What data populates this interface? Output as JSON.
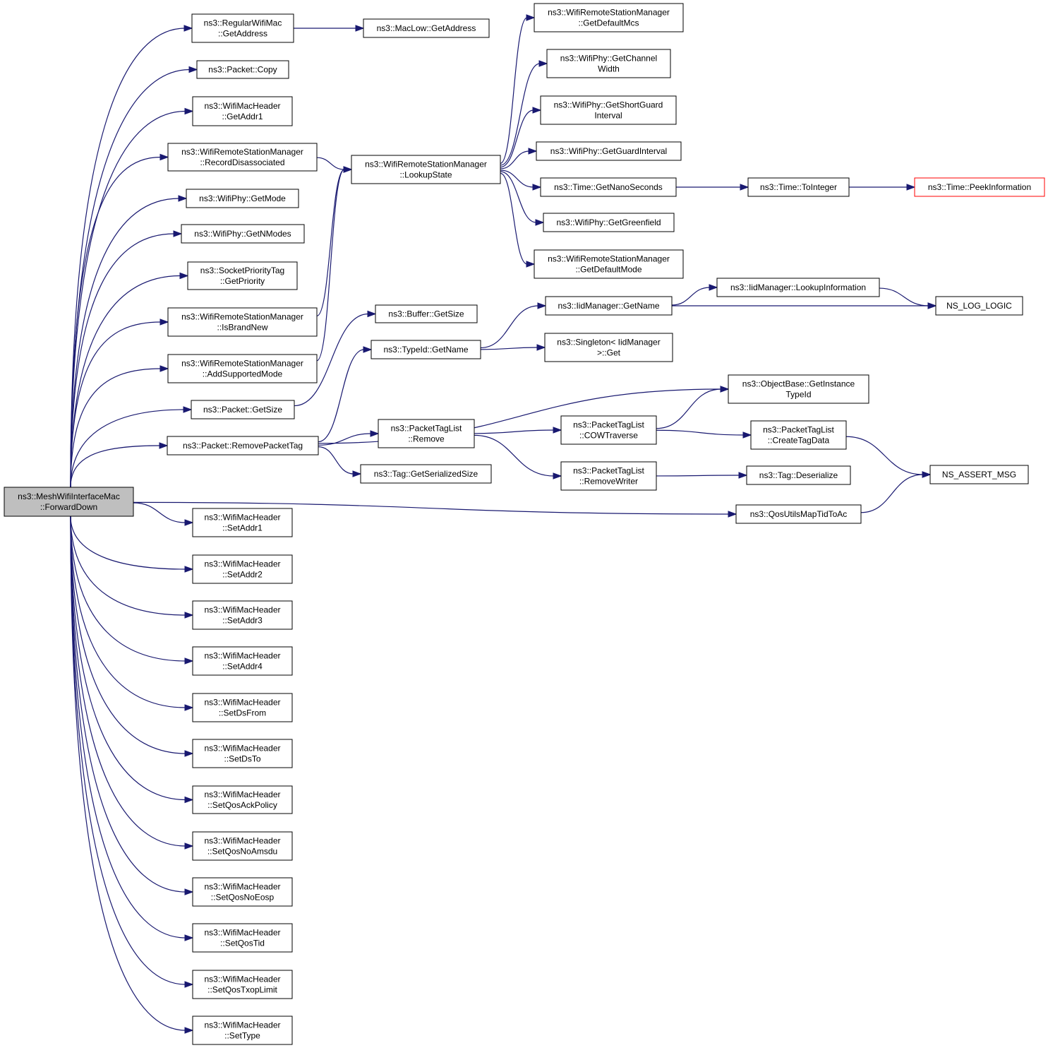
{
  "nodes": [
    {
      "id": "root",
      "lines": [
        "ns3::MeshWifiInterfaceMac",
        "::ForwardDown"
      ],
      "style": "root"
    },
    {
      "id": "rwm_getaddress",
      "lines": [
        "ns3::RegularWifiMac",
        "::GetAddress"
      ]
    },
    {
      "id": "packet_copy",
      "lines": [
        "ns3::Packet::Copy"
      ]
    },
    {
      "id": "wmh_getaddr1",
      "lines": [
        "ns3::WifiMacHeader",
        "::GetAddr1"
      ]
    },
    {
      "id": "wrsm_recorddisassociated",
      "lines": [
        "ns3::WifiRemoteStationManager",
        "::RecordDisassociated"
      ]
    },
    {
      "id": "wifiphy_getmode",
      "lines": [
        "ns3::WifiPhy::GetMode"
      ]
    },
    {
      "id": "wifiphy_getnmodes",
      "lines": [
        "ns3::WifiPhy::GetNModes"
      ]
    },
    {
      "id": "spt_getpriority",
      "lines": [
        "ns3::SocketPriorityTag",
        "::GetPriority"
      ]
    },
    {
      "id": "wrsm_isbrandnew",
      "lines": [
        "ns3::WifiRemoteStationManager",
        "::IsBrandNew"
      ]
    },
    {
      "id": "wrsm_addsupportedmode",
      "lines": [
        "ns3::WifiRemoteStationManager",
        "::AddSupportedMode"
      ]
    },
    {
      "id": "packet_getsize",
      "lines": [
        "ns3::Packet::GetSize"
      ]
    },
    {
      "id": "packet_removepackettag",
      "lines": [
        "ns3::Packet::RemovePacketTag"
      ]
    },
    {
      "id": "wmh_setaddr1",
      "lines": [
        "ns3::WifiMacHeader",
        "::SetAddr1"
      ]
    },
    {
      "id": "wmh_setaddr2",
      "lines": [
        "ns3::WifiMacHeader",
        "::SetAddr2"
      ]
    },
    {
      "id": "wmh_setaddr3",
      "lines": [
        "ns3::WifiMacHeader",
        "::SetAddr3"
      ]
    },
    {
      "id": "wmh_setaddr4",
      "lines": [
        "ns3::WifiMacHeader",
        "::SetAddr4"
      ]
    },
    {
      "id": "wmh_setdsfrom",
      "lines": [
        "ns3::WifiMacHeader",
        "::SetDsFrom"
      ]
    },
    {
      "id": "wmh_setdsto",
      "lines": [
        "ns3::WifiMacHeader",
        "::SetDsTo"
      ]
    },
    {
      "id": "wmh_setqosackpolicy",
      "lines": [
        "ns3::WifiMacHeader",
        "::SetQosAckPolicy"
      ]
    },
    {
      "id": "wmh_setqosnoamsdu",
      "lines": [
        "ns3::WifiMacHeader",
        "::SetQosNoAmsdu"
      ]
    },
    {
      "id": "wmh_setqosnoeosp",
      "lines": [
        "ns3::WifiMacHeader",
        "::SetQosNoEosp"
      ]
    },
    {
      "id": "wmh_setqostid",
      "lines": [
        "ns3::WifiMacHeader",
        "::SetQosTid"
      ]
    },
    {
      "id": "wmh_setqostxoplimit",
      "lines": [
        "ns3::WifiMacHeader",
        "::SetQosTxopLimit"
      ]
    },
    {
      "id": "wmh_settype",
      "lines": [
        "ns3::WifiMacHeader",
        "::SetType"
      ]
    },
    {
      "id": "maclow_getaddress",
      "lines": [
        "ns3::MacLow::GetAddress"
      ]
    },
    {
      "id": "wrsm_lookupstate",
      "lines": [
        "ns3::WifiRemoteStationManager",
        "::LookupState"
      ]
    },
    {
      "id": "buffer_getsize",
      "lines": [
        "ns3::Buffer::GetSize"
      ]
    },
    {
      "id": "typeid_getname",
      "lines": [
        "ns3::TypeId::GetName"
      ]
    },
    {
      "id": "ptl_remove",
      "lines": [
        "ns3::PacketTagList",
        "::Remove"
      ]
    },
    {
      "id": "tag_getserializedsize",
      "lines": [
        "ns3::Tag::GetSerializedSize"
      ]
    },
    {
      "id": "wrsm_getdefaultmcs",
      "lines": [
        "ns3::WifiRemoteStationManager",
        "::GetDefaultMcs"
      ]
    },
    {
      "id": "wifiphy_getchannelwidth",
      "lines": [
        "ns3::WifiPhy::GetChannel",
        "Width"
      ]
    },
    {
      "id": "wifiphy_getshortguardinterval",
      "lines": [
        "ns3::WifiPhy::GetShortGuard",
        "Interval"
      ]
    },
    {
      "id": "wifiphy_getguardinterval",
      "lines": [
        "ns3::WifiPhy::GetGuardInterval"
      ]
    },
    {
      "id": "time_getnanoseconds",
      "lines": [
        "ns3::Time::GetNanoSeconds"
      ]
    },
    {
      "id": "wifiphy_getgreenfield",
      "lines": [
        "ns3::WifiPhy::GetGreenfield"
      ]
    },
    {
      "id": "wrsm_getdefaultmode",
      "lines": [
        "ns3::WifiRemoteStationManager",
        "::GetDefaultMode"
      ]
    },
    {
      "id": "iidmanager_getname",
      "lines": [
        "ns3::IidManager::GetName"
      ]
    },
    {
      "id": "singleton_get",
      "lines": [
        "ns3::Singleton< IidManager",
        ">::Get"
      ]
    },
    {
      "id": "ptl_cowtraverse",
      "lines": [
        "ns3::PacketTagList",
        "::COWTraverse"
      ]
    },
    {
      "id": "ptl_removewriter",
      "lines": [
        "ns3::PacketTagList",
        "::RemoveWriter"
      ]
    },
    {
      "id": "time_tointeger",
      "lines": [
        "ns3::Time::ToInteger"
      ]
    },
    {
      "id": "iidmanager_lookupinformation",
      "lines": [
        "ns3::IidManager::LookupInformation"
      ]
    },
    {
      "id": "objectbase_getinstancetypeid",
      "lines": [
        "ns3::ObjectBase::GetInstance",
        "TypeId"
      ]
    },
    {
      "id": "ptl_createtagdata",
      "lines": [
        "ns3::PacketTagList",
        "::CreateTagData"
      ]
    },
    {
      "id": "tag_deserialize",
      "lines": [
        "ns3::Tag::Deserialize"
      ]
    },
    {
      "id": "qosutils_maptidtoac",
      "lines": [
        "ns3::QosUtilsMapTidToAc"
      ]
    },
    {
      "id": "time_peekinformation",
      "lines": [
        "ns3::Time::PeekInformation"
      ],
      "style": "trunc"
    },
    {
      "id": "ns_log_logic",
      "lines": [
        "NS_LOG_LOGIC"
      ]
    },
    {
      "id": "ns_assert_msg",
      "lines": [
        "NS_ASSERT_MSG"
      ]
    }
  ],
  "edges": [
    [
      "root",
      "rwm_getaddress"
    ],
    [
      "root",
      "packet_copy"
    ],
    [
      "root",
      "wmh_getaddr1"
    ],
    [
      "root",
      "wrsm_recorddisassociated"
    ],
    [
      "root",
      "wifiphy_getmode"
    ],
    [
      "root",
      "wifiphy_getnmodes"
    ],
    [
      "root",
      "spt_getpriority"
    ],
    [
      "root",
      "wrsm_isbrandnew"
    ],
    [
      "root",
      "wrsm_addsupportedmode"
    ],
    [
      "root",
      "packet_getsize"
    ],
    [
      "root",
      "packet_removepackettag"
    ],
    [
      "root",
      "qosutils_maptidtoac"
    ],
    [
      "root",
      "wmh_setaddr1"
    ],
    [
      "root",
      "wmh_setaddr2"
    ],
    [
      "root",
      "wmh_setaddr3"
    ],
    [
      "root",
      "wmh_setaddr4"
    ],
    [
      "root",
      "wmh_setdsfrom"
    ],
    [
      "root",
      "wmh_setdsto"
    ],
    [
      "root",
      "wmh_setqosackpolicy"
    ],
    [
      "root",
      "wmh_setqosnoamsdu"
    ],
    [
      "root",
      "wmh_setqosnoeosp"
    ],
    [
      "root",
      "wmh_setqostid"
    ],
    [
      "root",
      "wmh_setqostxoplimit"
    ],
    [
      "root",
      "wmh_settype"
    ],
    [
      "rwm_getaddress",
      "maclow_getaddress"
    ],
    [
      "wrsm_recorddisassociated",
      "wrsm_lookupstate"
    ],
    [
      "wrsm_isbrandnew",
      "wrsm_lookupstate"
    ],
    [
      "wrsm_addsupportedmode",
      "wrsm_lookupstate"
    ],
    [
      "wrsm_lookupstate",
      "wrsm_getdefaultmcs"
    ],
    [
      "wrsm_lookupstate",
      "wifiphy_getchannelwidth"
    ],
    [
      "wrsm_lookupstate",
      "wifiphy_getshortguardinterval"
    ],
    [
      "wrsm_lookupstate",
      "wifiphy_getguardinterval"
    ],
    [
      "wrsm_lookupstate",
      "time_getnanoseconds"
    ],
    [
      "wrsm_lookupstate",
      "wifiphy_getgreenfield"
    ],
    [
      "wrsm_lookupstate",
      "wrsm_getdefaultmode"
    ],
    [
      "time_getnanoseconds",
      "time_tointeger"
    ],
    [
      "time_tointeger",
      "time_peekinformation"
    ],
    [
      "packet_getsize",
      "buffer_getsize"
    ],
    [
      "packet_removepackettag",
      "typeid_getname"
    ],
    [
      "packet_removepackettag",
      "objectbase_getinstancetypeid"
    ],
    [
      "packet_removepackettag",
      "ptl_remove"
    ],
    [
      "packet_removepackettag",
      "tag_getserializedsize"
    ],
    [
      "typeid_getname",
      "iidmanager_getname"
    ],
    [
      "typeid_getname",
      "singleton_get"
    ],
    [
      "iidmanager_getname",
      "iidmanager_lookupinformation"
    ],
    [
      "iidmanager_getname",
      "ns_log_logic"
    ],
    [
      "iidmanager_lookupinformation",
      "ns_log_logic"
    ],
    [
      "ptl_remove",
      "ptl_cowtraverse"
    ],
    [
      "ptl_remove",
      "ptl_removewriter"
    ],
    [
      "ptl_cowtraverse",
      "objectbase_getinstancetypeid"
    ],
    [
      "ptl_cowtraverse",
      "ptl_createtagdata"
    ],
    [
      "ptl_createtagdata",
      "ns_assert_msg"
    ],
    [
      "ptl_removewriter",
      "tag_deserialize"
    ],
    [
      "qosutils_maptidtoac",
      "ns_assert_msg"
    ]
  ],
  "colors": {
    "edge": "#191970",
    "root_fill": "#bfbfbf",
    "truncated_border": "#ff0000"
  }
}
